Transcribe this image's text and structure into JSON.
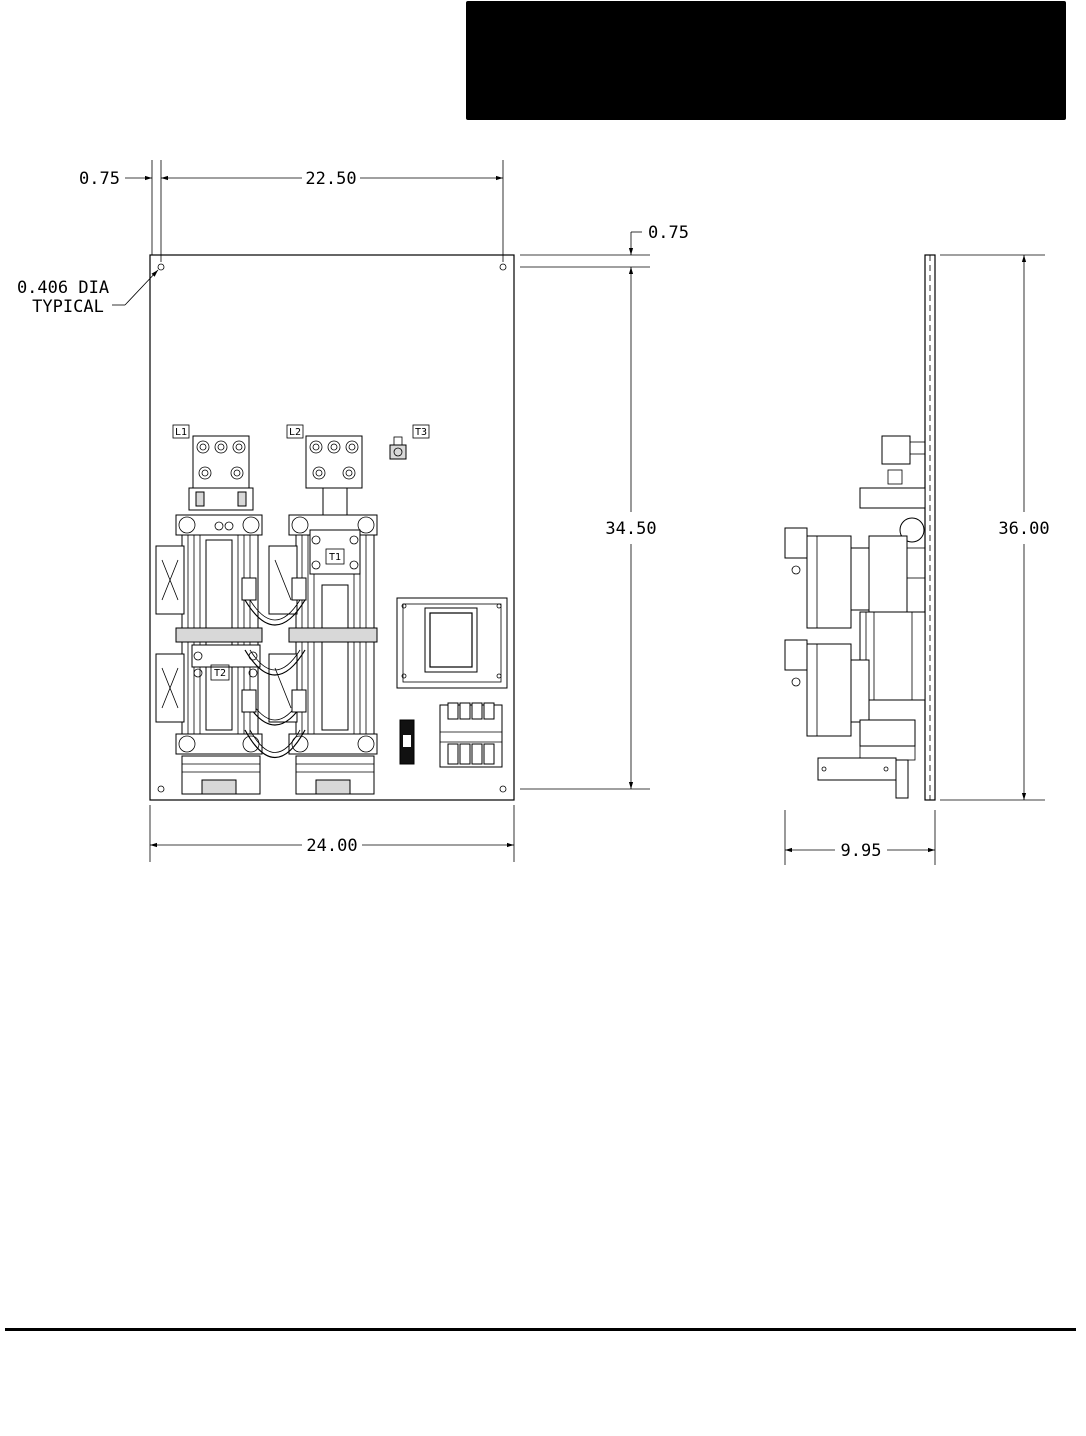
{
  "dimensions": {
    "hole_offset_x": "0.75",
    "hole_spacing_x": "22.50",
    "hole_offset_y": "0.75",
    "hole_spacing_y": "34.50",
    "overall_width": "24.00",
    "overall_height": "36.00",
    "depth": "9.95"
  },
  "hole_note": {
    "line1": "0.406 DIA",
    "line2": "TYPICAL"
  },
  "terminals": {
    "l1": "L1",
    "l2": "L2",
    "t3": "T3",
    "t1": "T1",
    "t2": "T2"
  }
}
